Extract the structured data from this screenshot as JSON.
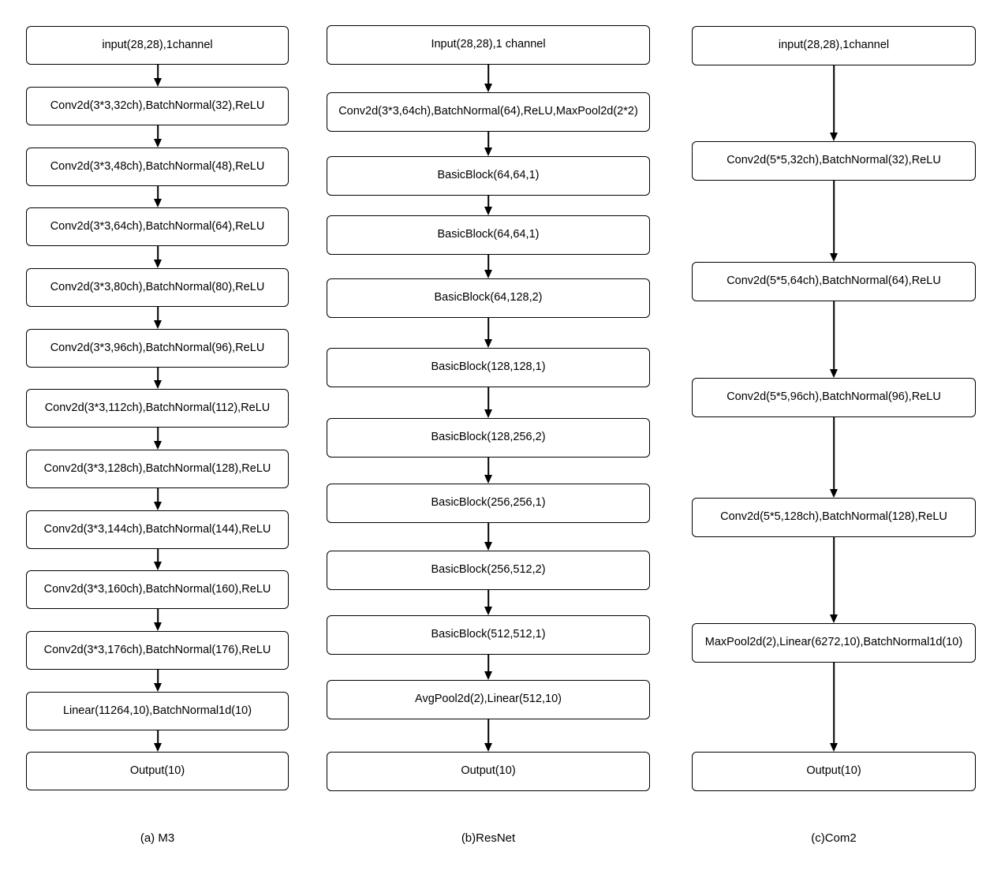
{
  "columns": [
    {
      "caption": "(a) M3",
      "boxes": [
        "input(28,28),1channel",
        "Conv2d(3*3,32ch),BatchNormal(32),ReLU",
        "Conv2d(3*3,48ch),BatchNormal(48),ReLU",
        "Conv2d(3*3,64ch),BatchNormal(64),ReLU",
        "Conv2d(3*3,80ch),BatchNormal(80),ReLU",
        "Conv2d(3*3,96ch),BatchNormal(96),ReLU",
        "Conv2d(3*3,112ch),BatchNormal(112),ReLU",
        "Conv2d(3*3,128ch),BatchNormal(128),ReLU",
        "Conv2d(3*3,144ch),BatchNormal(144),ReLU",
        "Conv2d(3*3,160ch),BatchNormal(160),ReLU",
        "Conv2d(3*3,176ch),BatchNormal(176),ReLU",
        "Linear(11264,10),BatchNormal1d(10)",
        "Output(10)"
      ]
    },
    {
      "caption": "(b)ResNet",
      "boxes": [
        "Input(28,28),1 channel",
        "Conv2d(3*3,64ch),BatchNormal(64),ReLU,MaxPool2d(2*2)",
        "BasicBlock(64,64,1)",
        "BasicBlock(64,64,1)",
        "BasicBlock(64,128,2)",
        "BasicBlock(128,128,1)",
        "BasicBlock(128,256,2)",
        "BasicBlock(256,256,1)",
        "BasicBlock(256,512,2)",
        "BasicBlock(512,512,1)",
        "AvgPool2d(2),Linear(512,10)",
        "Output(10)"
      ]
    },
    {
      "caption": "(c)Com2",
      "boxes": [
        "input(28,28),1channel",
        "Conv2d(5*5,32ch),BatchNormal(32),ReLU",
        "Conv2d(5*5,64ch),BatchNormal(64),ReLU",
        "Conv2d(5*5,96ch),BatchNormal(96),ReLU",
        "Conv2d(5*5,128ch),BatchNormal(128),ReLU",
        "MaxPool2d(2),Linear(6272,10),BatchNormal1d(10)",
        "Output(10)"
      ]
    }
  ],
  "colors": {
    "stroke": "#000000",
    "fill": "#ffffff",
    "text": "#000000"
  }
}
